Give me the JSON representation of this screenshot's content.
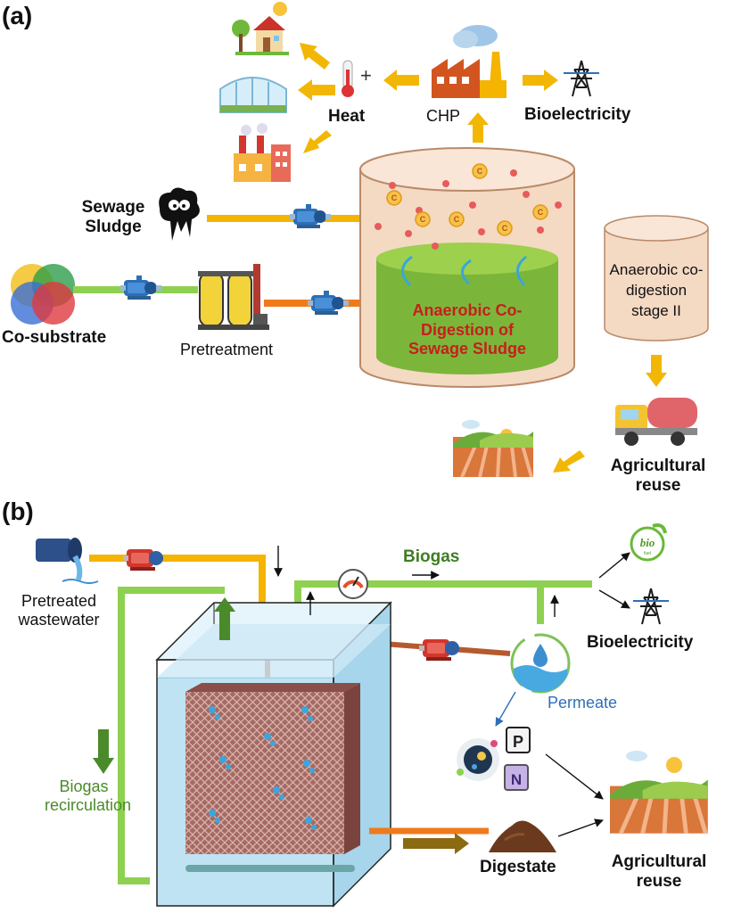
{
  "panel_a": {
    "label": "(a)",
    "heat": "Heat",
    "heat_plus": "+",
    "chp": "CHP",
    "bioelectricity": "Bioelectricity",
    "sewage_sludge": [
      "Sewage",
      "Sludge"
    ],
    "co_substrate": "Co-substrate",
    "pretreatment": "Pretreatment",
    "digester": [
      "Anaerobic Co-",
      "Digestion of",
      "Sewage Sludge"
    ],
    "stage2": [
      "Anaerobic co-",
      "digestion",
      "stage II"
    ],
    "agri": [
      "Agricultural",
      "reuse"
    ],
    "c_symbol": "C"
  },
  "panel_b": {
    "label": "(b)",
    "pretreated": [
      "Pretreated",
      "wastewater"
    ],
    "biogas": "Biogas",
    "bio_logo": "bio",
    "bio_logo_sub": "fuel",
    "bioelectricity": "Bioelectricity",
    "permeate": "Permeate",
    "recirc": [
      "Biogas",
      "recirculation"
    ],
    "digestate": "Digestate",
    "agri": [
      "Agricultural",
      "reuse"
    ],
    "p_symbol": "P",
    "n_symbol": "N"
  },
  "colors": {
    "arrow_yellow": "#f2b705",
    "pipe_yellow": "#f4b400",
    "pipe_green": "#8ed150",
    "pipe_orange": "#f07a1a",
    "digester_red": "#c81e1e",
    "biogas_green": "#3f7d23",
    "permeate_blue": "#2f6fb8",
    "recirc_green": "#4b8a2b"
  }
}
